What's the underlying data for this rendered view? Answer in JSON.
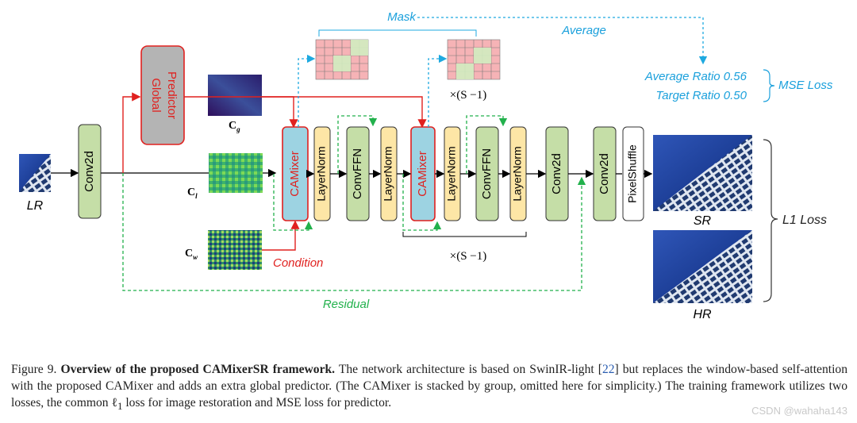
{
  "inputs": {
    "lr_label": "LR"
  },
  "predictor": {
    "label_line1": "Global",
    "label_line2": "Predictor"
  },
  "conditions": {
    "cg": "C",
    "cg_sub": "g",
    "cl": "C",
    "cl_sub": "l",
    "cw": "C",
    "cw_sub": "w",
    "condition_label": "Condition"
  },
  "blocks": {
    "conv2d": "Conv2d",
    "camixer": "CAMixer",
    "layernorm": "LayerNorm",
    "convffn": "ConvFFN",
    "pixelshuffle": "PixelShuffle"
  },
  "annotations": {
    "mask": "Mask",
    "average": "Average",
    "repeat_top": "×(S −1)",
    "repeat_bottom": "×(S −1)",
    "residual": "Residual",
    "average_ratio": "Average Ratio 0.56",
    "target_ratio": "Target Ratio 0.50",
    "mse_loss": "MSE Loss",
    "l1_loss": "L1 Loss"
  },
  "outputs": {
    "sr_label": "SR",
    "hr_label": "HR"
  },
  "caption": {
    "figure_no": "Figure 9.",
    "bold_title": "Overview of the proposed CAMixerSR framework.",
    "text_a": "The network architecture is based on SwinIR-light [",
    "ref": "22",
    "text_b": "] but replaces the window-based self-attention with the proposed CAMixer and adds an extra global predictor. (The CAMixer is stacked by group, omitted here for simplicity.) The training framework utilizes two losses, the common ℓ",
    "sub1": "1",
    "text_c": " loss for image restoration and MSE loss for predictor."
  },
  "watermark": "CSDN @wahaha143",
  "colors": {
    "green_block": "#c5dea7",
    "yellow_block": "#fde6a6",
    "blue_block": "#9dd3e2",
    "gray_block": "#b4b4b4",
    "red": "#e0211f",
    "green_dash": "#22b14c",
    "blue_dash": "#1ea9e0",
    "loss_blue": "#1aa0dc"
  }
}
